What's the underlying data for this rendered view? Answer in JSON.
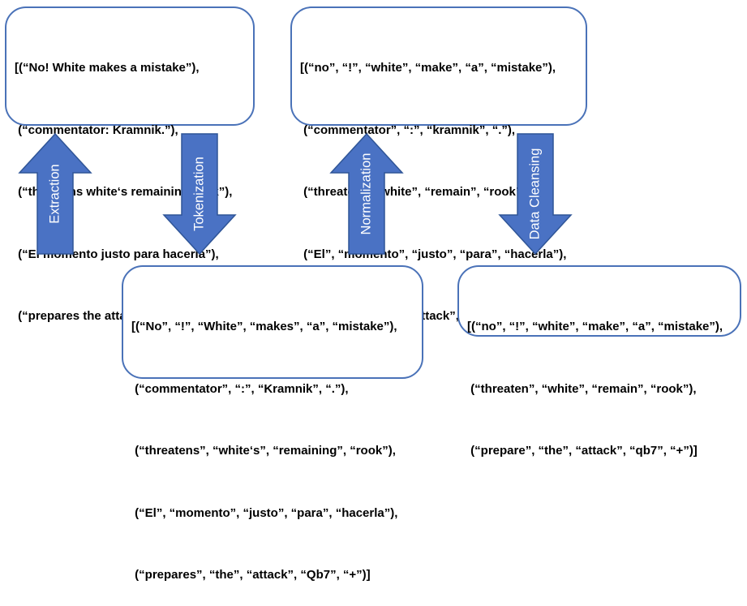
{
  "boxes": {
    "extracted": [
      "[(“No! White makes a mistake”),",
      " (“commentator: Kramnik.”),",
      " (“threatens white‘s remaining rook”),",
      " (“El momento justo para hacerla”),",
      " (“prepares the attack Qb7+”)]"
    ],
    "normalized": [
      "[(“no”, “!”, “white”, “make”, “a”, “mistake”),",
      " (“commentator”, “:”, “kramnik”, “.”),",
      " (“threaten”, “white”, “remain”, “rook”),",
      " (“El”, “momento”, “justo”, “para”, “hacerla”),",
      " (“prepare”, “the”, “attack”, “qb7”, “+”)]"
    ],
    "tokenized": [
      "[(“No”, “!”, “White”, “makes”, “a”, “mistake”),",
      " (“commentator”, “:”, “Kramnik”, “.”),",
      " (“threatens”, “white‘s”, “remaining”, “rook”),",
      " (“El”, “momento”, “justo”, “para”, “hacerla”),",
      " (“prepares”, “the”, “attack”, “Qb7”, “+”)]"
    ],
    "cleansed": [
      "[(“no”, “!”, “white”, “make”, “a”, “mistake”),",
      " (“threaten”, “white”, “remain”, “rook”),",
      " (“prepare”, “the”, “attack”, “qb7”, “+”)]"
    ]
  },
  "arrows": {
    "extraction": {
      "label": "Extraction",
      "direction": "up"
    },
    "tokenization": {
      "label": "Tokenization",
      "direction": "down"
    },
    "normalization": {
      "label": "Normalization",
      "direction": "up"
    },
    "data_cleansing": {
      "label": "Data Cleansing",
      "direction": "down"
    }
  },
  "colors": {
    "arrow_fill": "#4a72c4",
    "arrow_stroke": "#2f5597",
    "box_border": "#4a72b8",
    "label_text": "#ffffff"
  }
}
